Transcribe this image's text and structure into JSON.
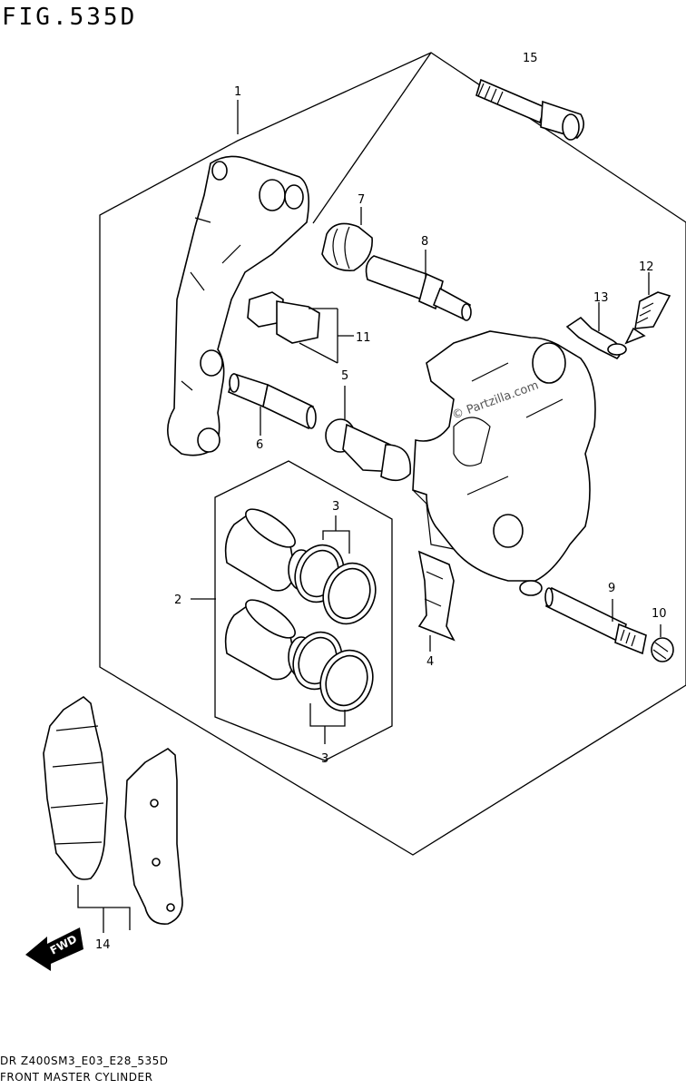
{
  "figure": {
    "title": "FIG.535D",
    "model_code": "DR Z400SM3_E03_E28_535D",
    "section_name": "FRONT MASTER CYLINDER",
    "watermark": "© Partzilla.com",
    "direction_badge": "FWD"
  },
  "callouts": [
    "1",
    "2",
    "3",
    "3",
    "4",
    "5",
    "6",
    "7",
    "8",
    "9",
    "10",
    "11",
    "12",
    "13",
    "14",
    "15"
  ]
}
